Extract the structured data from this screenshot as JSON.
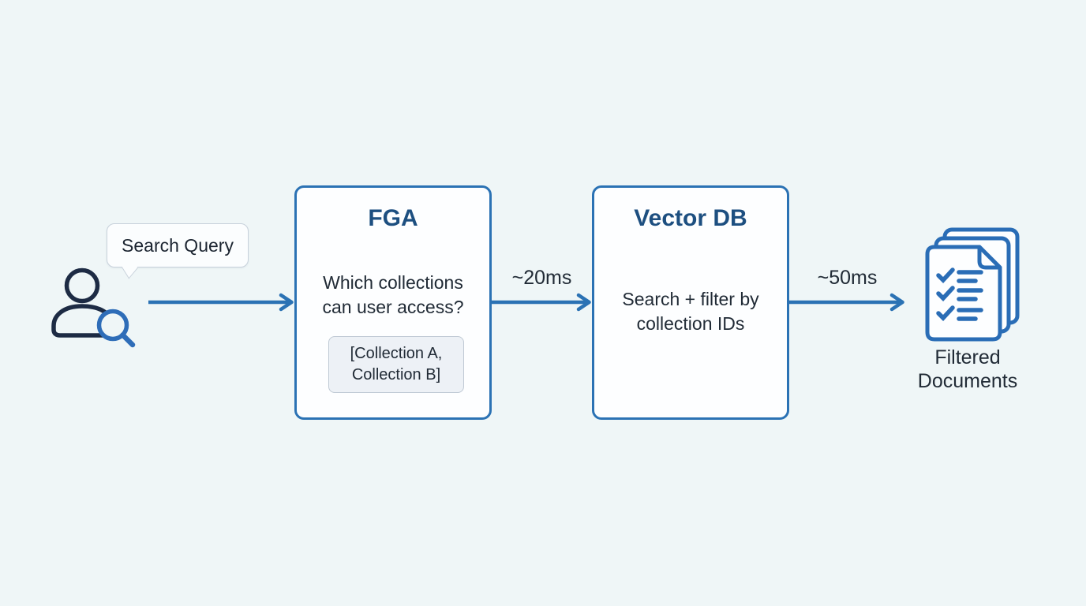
{
  "colors": {
    "background": "#eff6f7",
    "accent_blue": "#2b72b4",
    "title_blue": "#1d4f80",
    "text_dark": "#212b36",
    "user_navy": "#1d2b44",
    "magnifier_blue": "#2e6db8",
    "bubble_border": "#c7d1db",
    "chip_background": "#edf1f6"
  },
  "user": {
    "icon": "user-search-icon",
    "speech_bubble": "Search Query"
  },
  "nodes": [
    {
      "id": "fga",
      "title": "FGA",
      "body": "Which collections\ncan user access?",
      "result": "[Collection A,\nCollection B]"
    },
    {
      "id": "vectordb",
      "title": "Vector DB",
      "body": "Search + filter by\ncollection IDs"
    }
  ],
  "arrows": [
    {
      "from": "user",
      "to": "fga",
      "label": ""
    },
    {
      "from": "fga",
      "to": "vectordb",
      "label": "~20ms"
    },
    {
      "from": "vectordb",
      "to": "output",
      "label": "~50ms"
    }
  ],
  "output": {
    "icon": "filtered-documents-icon",
    "label": "Filtered\nDocuments"
  }
}
